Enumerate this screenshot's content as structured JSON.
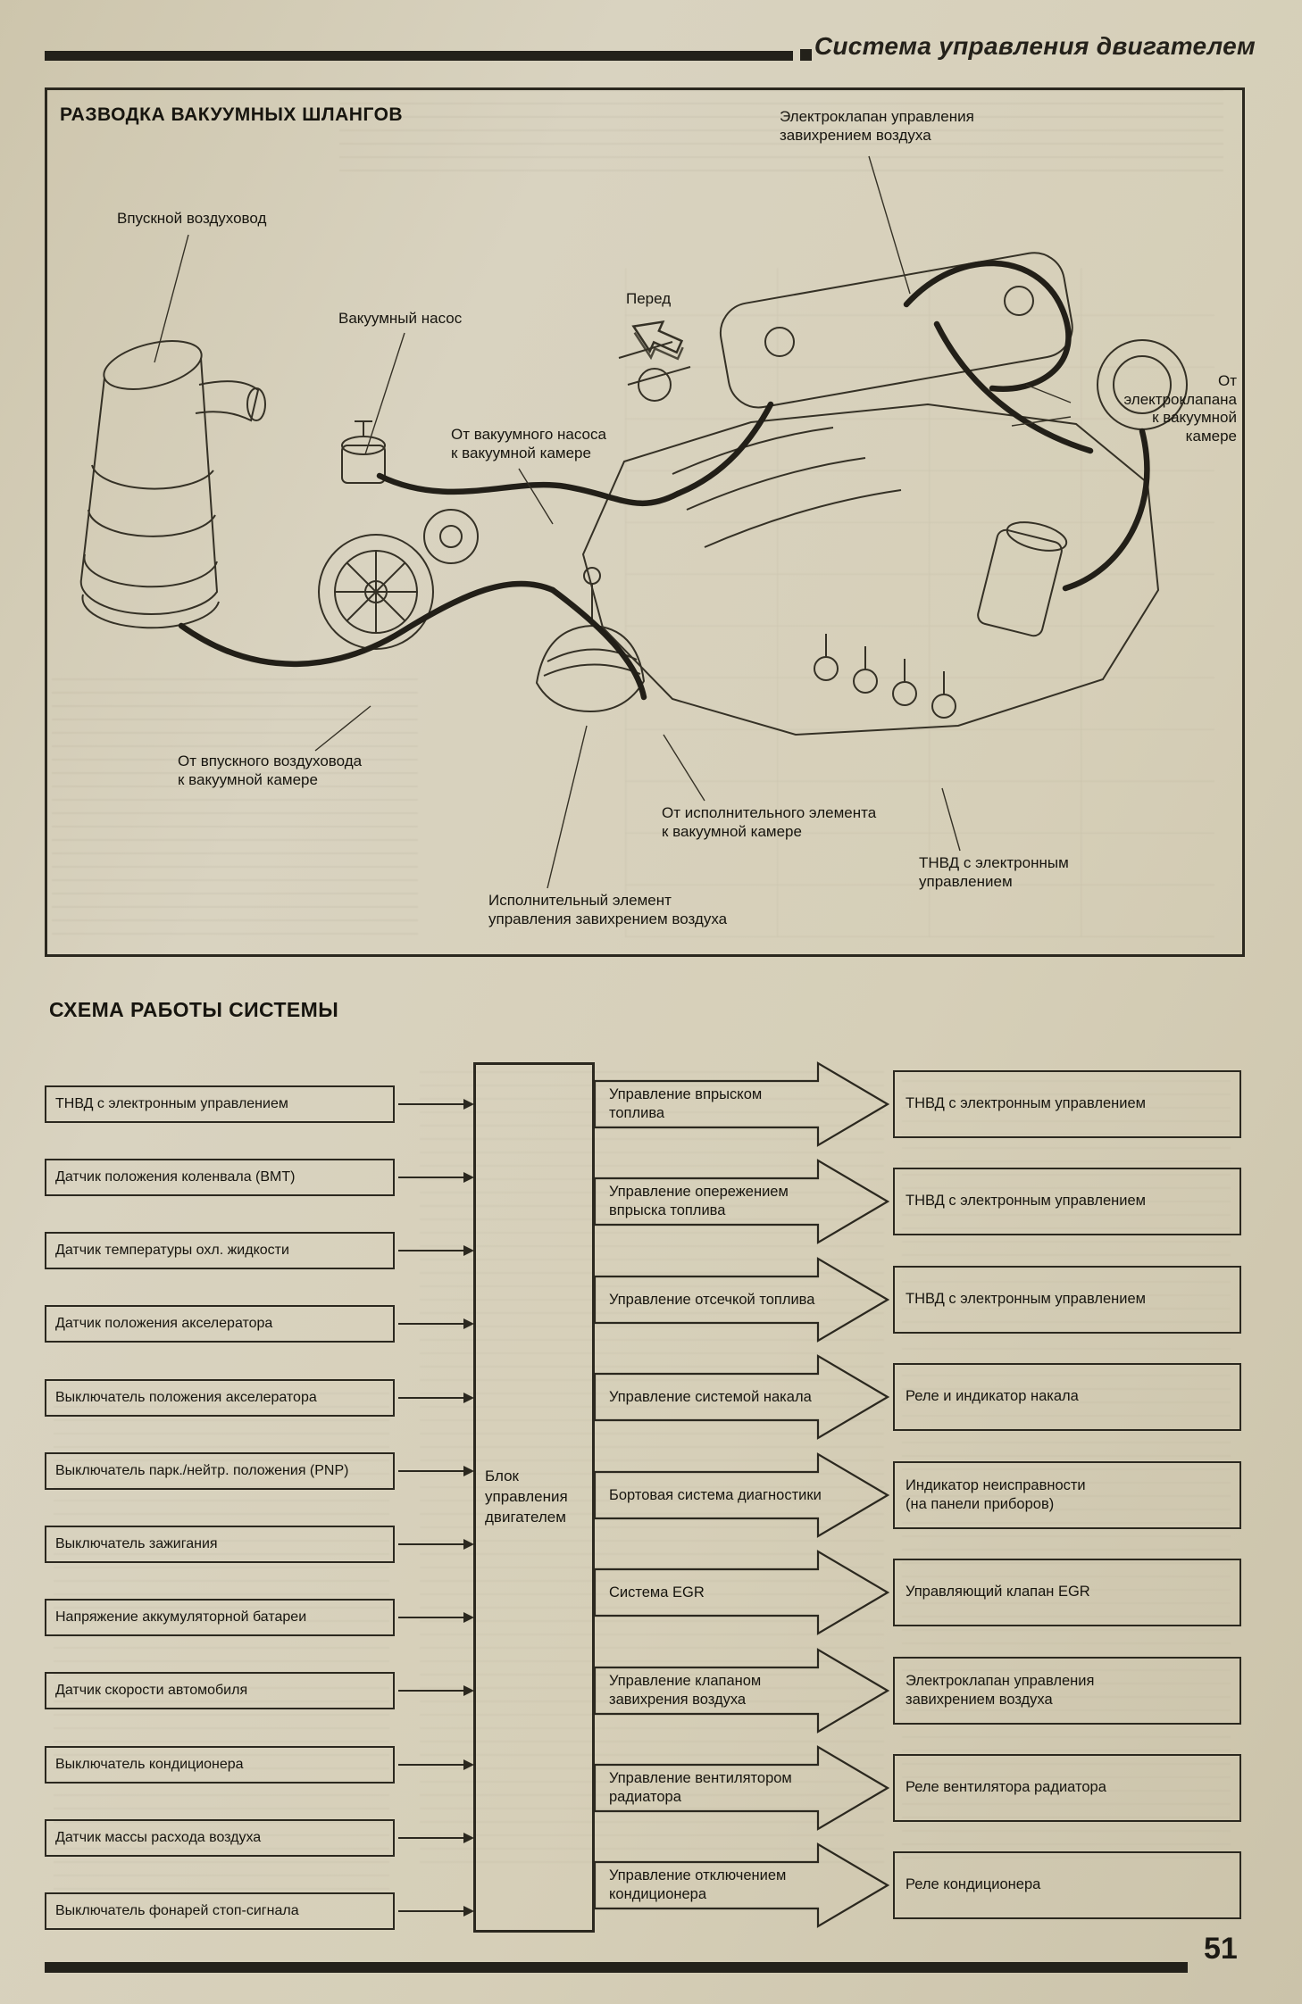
{
  "header": {
    "title": "Система управления двигателем"
  },
  "vacuum_section": {
    "title": "РАЗВОДКА ВАКУУМНЫХ ШЛАНГОВ",
    "labels": [
      {
        "text": "Впускной воздуховод"
      },
      {
        "text": "Вакуумный насос"
      },
      {
        "text": "Перед"
      },
      {
        "text": "Электроклапан управления\nзавихрением воздуха"
      },
      {
        "text": "От\nэлектроклапана\nк вакуумной\nкамере"
      },
      {
        "text": "От вакуумного насоса\nк вакуумной камере"
      },
      {
        "text": "От впускного воздуховода\nк вакуумной камере"
      },
      {
        "text": "От исполнительного элемента\nк вакуумной камере"
      },
      {
        "text": "ТНВД с электронным\nуправлением"
      },
      {
        "text": "Исполнительный элемент\nуправления завихрением воздуха"
      }
    ]
  },
  "system_section": {
    "title": "СХЕМА РАБОТЫ СИСТЕМЫ",
    "ecu_label": "Блок\nуправления\nдвигателем",
    "inputs": [
      "ТНВД с электронным управлением",
      "Датчик положения коленвала (ВМТ)",
      "Датчик температуры охл. жидкости",
      "Датчик положения акселератора",
      "Выключатель положения акселератора",
      "Выключатель парк./нейтр. положения (PNP)",
      "Выключатель зажигания",
      "Напряжение аккумуляторной батареи",
      "Датчик скорости автомобиля",
      "Выключатель кондиционера",
      "Датчик массы расхода воздуха",
      "Выключатель фонарей стоп-сигнала"
    ],
    "functions": [
      {
        "label": "Управление впрыском\nтоплива",
        "output": "ТНВД с электронным управлением"
      },
      {
        "label": "Управление опережением\nвпрыска топлива",
        "output": "ТНВД с электронным управлением"
      },
      {
        "label": "Управление отсечкой топлива",
        "output": "ТНВД с электронным управлением"
      },
      {
        "label": "Управление системой накала",
        "output": "Реле и индикатор накала"
      },
      {
        "label": "Бортовая система диагностики",
        "output": "Индикатор неисправности\n(на панели приборов)"
      },
      {
        "label": "Система EGR",
        "output": "Управляющий клапан EGR"
      },
      {
        "label": "Управление клапаном\nзавихрения воздуха",
        "output": "Электроклапан управления\nзавихрением воздуха"
      },
      {
        "label": "Управление вентилятором\nрадиатора",
        "output": "Реле вентилятора радиатора"
      },
      {
        "label": "Управление отключением\nкондиционера",
        "output": "Реле кондиционера"
      }
    ]
  },
  "footer": {
    "page_number": "51"
  }
}
